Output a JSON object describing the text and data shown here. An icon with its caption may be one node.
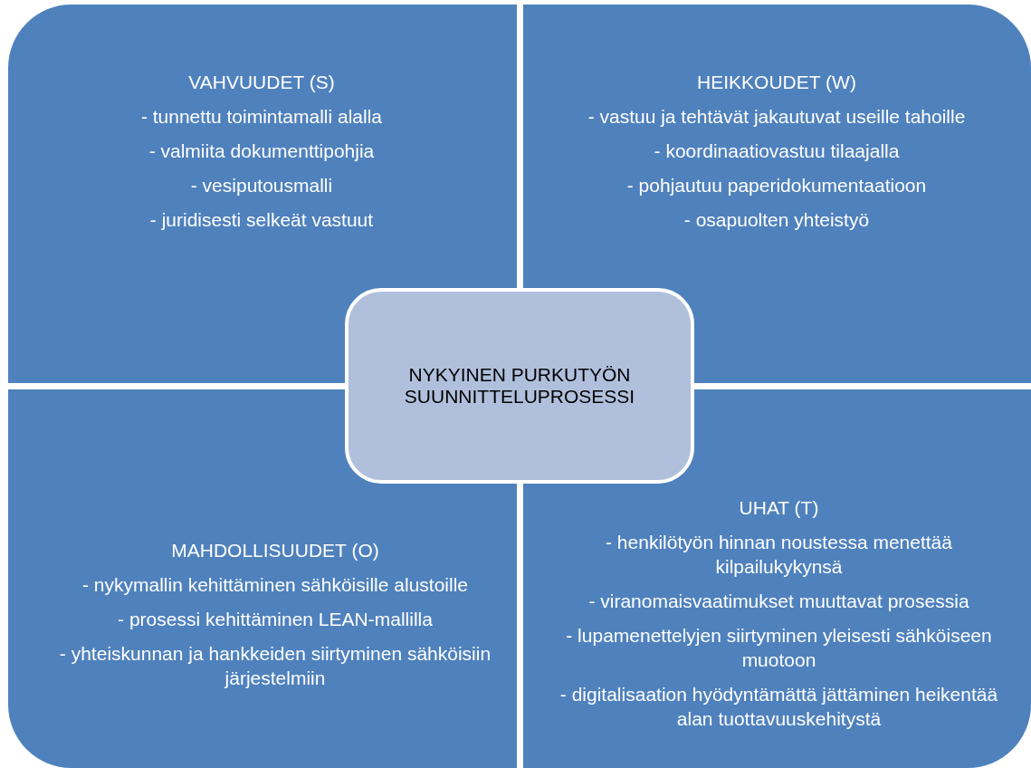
{
  "diagram": {
    "nodes": [
      {
        "text": [
          "VAHVUUDET (S)",
          "- tunnettu toimintamalli alalla",
          "- valmiita dokumenttipohjia",
          "- vesiputousmalli",
          "- juridisesti selkeät vastuut"
        ]
      },
      {
        "text": [
          "HEIKKOUDET (W)",
          "- vastuu ja tehtävät jakautuvat useille tahoille",
          "- koordinaatiovastuu tilaajalla",
          "- pohjautuu paperidokumentaatioon",
          "- osapuolten yhteistyö"
        ]
      },
      {
        "text": [
          "NYKYINEN PURKUTYÖN SUUNNITTELUPROSESSI"
        ]
      },
      {
        "text": [
          "MAHDOLLISUUDET (O)",
          "- nykymallin kehittäminen sähköisille alustoille",
          "- prosessi kehittäminen LEAN-mallilla",
          "- yhteiskunnan ja hankkeiden siirtyminen sähköisiin järjestelmiin"
        ]
      },
      {
        "text": [
          "UHAT (T)",
          "- henkilötyön hinnan noustessa menettää kilpailukykynsä",
          "- viranomaisvaatimukset muuttavat prosessia",
          "- lupamenettelyjen siirtyminen yleisesti sähköiseen muotoon",
          "- digitalisaation hyödyntämättä jättäminen heikentää alan tuottavuuskehitystä"
        ]
      }
    ]
  }
}
